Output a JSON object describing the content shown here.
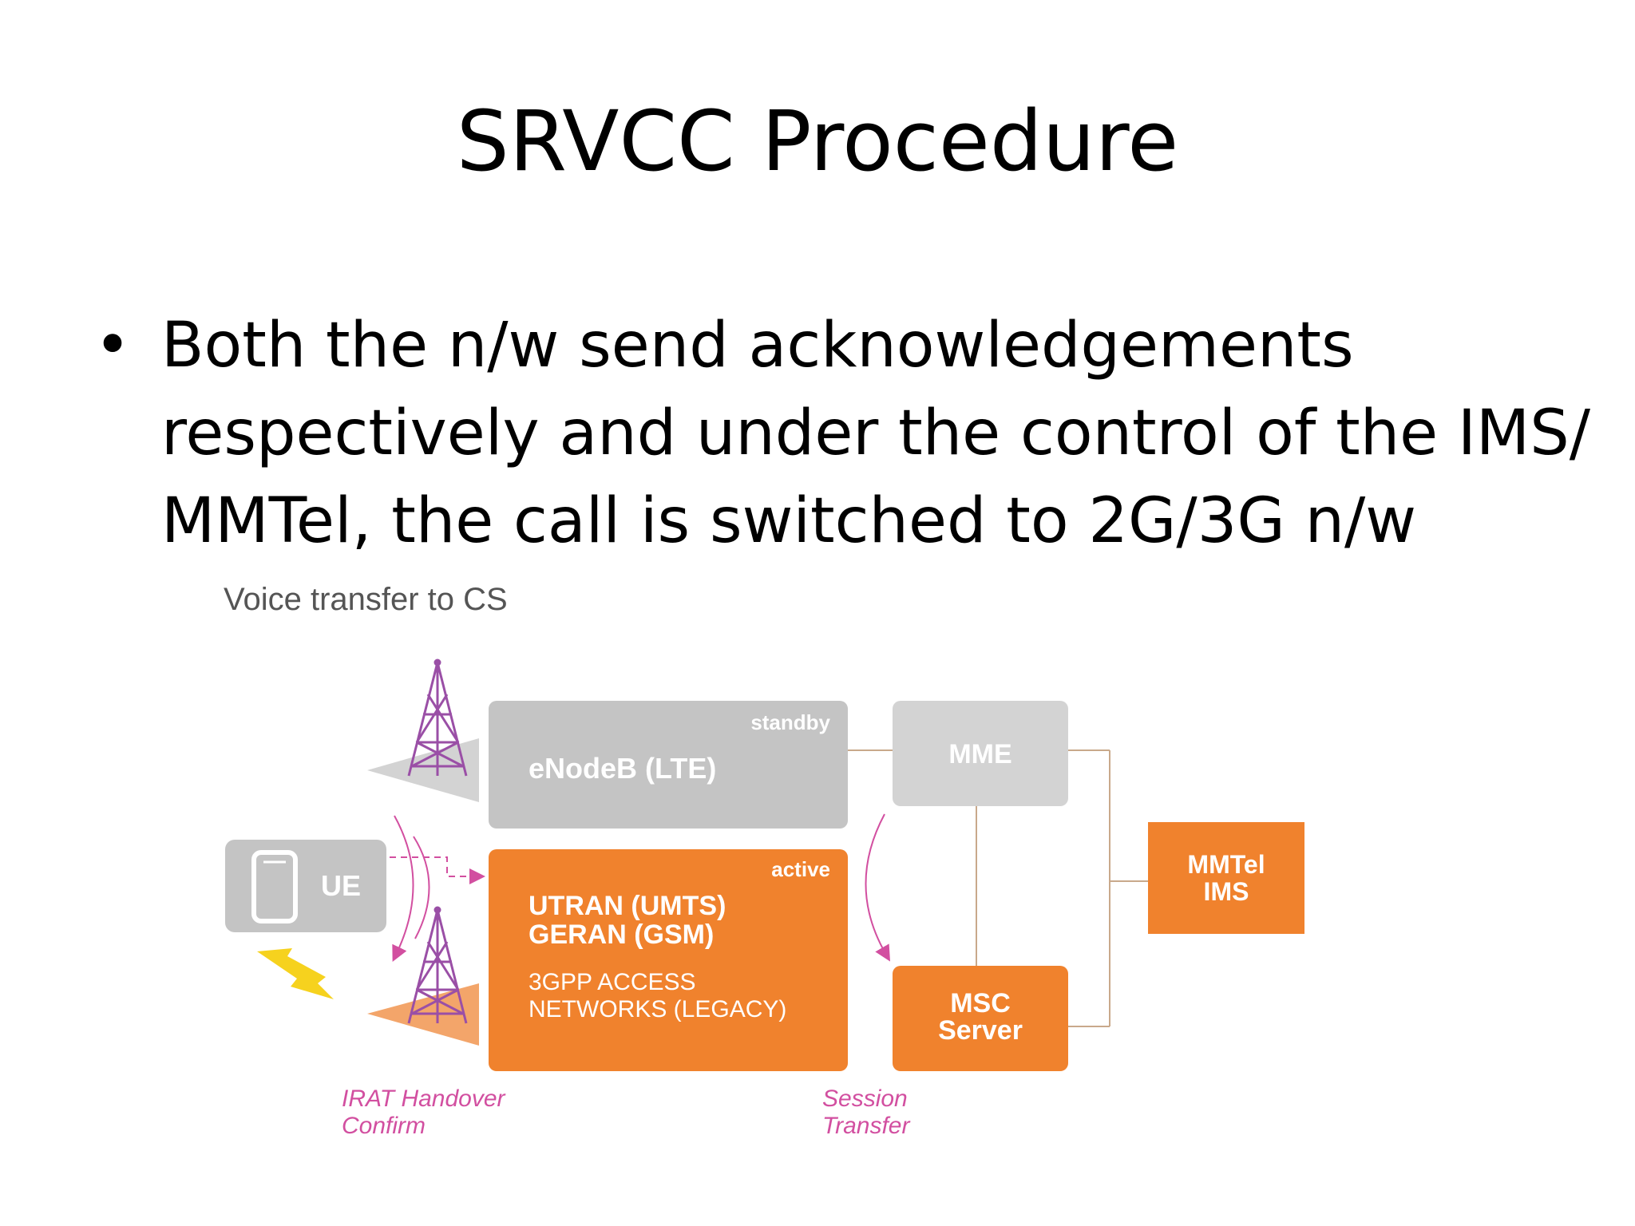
{
  "slide": {
    "title": "SRVCC Procedure",
    "bullet": "Both the n/w send acknowledgements\nrespectively and under the control of the IMS/\nMMTel, the call is switched to 2G/3G n/w"
  },
  "diagram": {
    "caption": "Voice transfer to CS",
    "enodeb": {
      "label": "eNodeB (LTE)",
      "state": "standby"
    },
    "utran": {
      "state": "active",
      "line1": "UTRAN (UMTS)",
      "line2": "GERAN (GSM)",
      "line3": "3GPP ACCESS",
      "line4": "NETWORKS (LEGACY)"
    },
    "ue": {
      "label": "UE"
    },
    "mme": {
      "label": "MME"
    },
    "mmtel": {
      "line1": "MMTel",
      "line2": "IMS"
    },
    "msc": {
      "line1": "MSC",
      "line2": "Server"
    },
    "irat": {
      "line1": "IRAT Handover",
      "line2": "Confirm"
    },
    "session": {
      "line1": "Session",
      "line2": "Transfer"
    },
    "colors": {
      "orange": "#F0822D",
      "grey": "#C4C4C4",
      "light_grey": "#D3D3D3",
      "purple": "#9A4FA6",
      "pink": "#D24FA0",
      "yellow": "#F6D21E",
      "line": "#C9A98B"
    },
    "icons": [
      "cell-tower-icon",
      "phone-icon",
      "lightning-icon"
    ]
  }
}
